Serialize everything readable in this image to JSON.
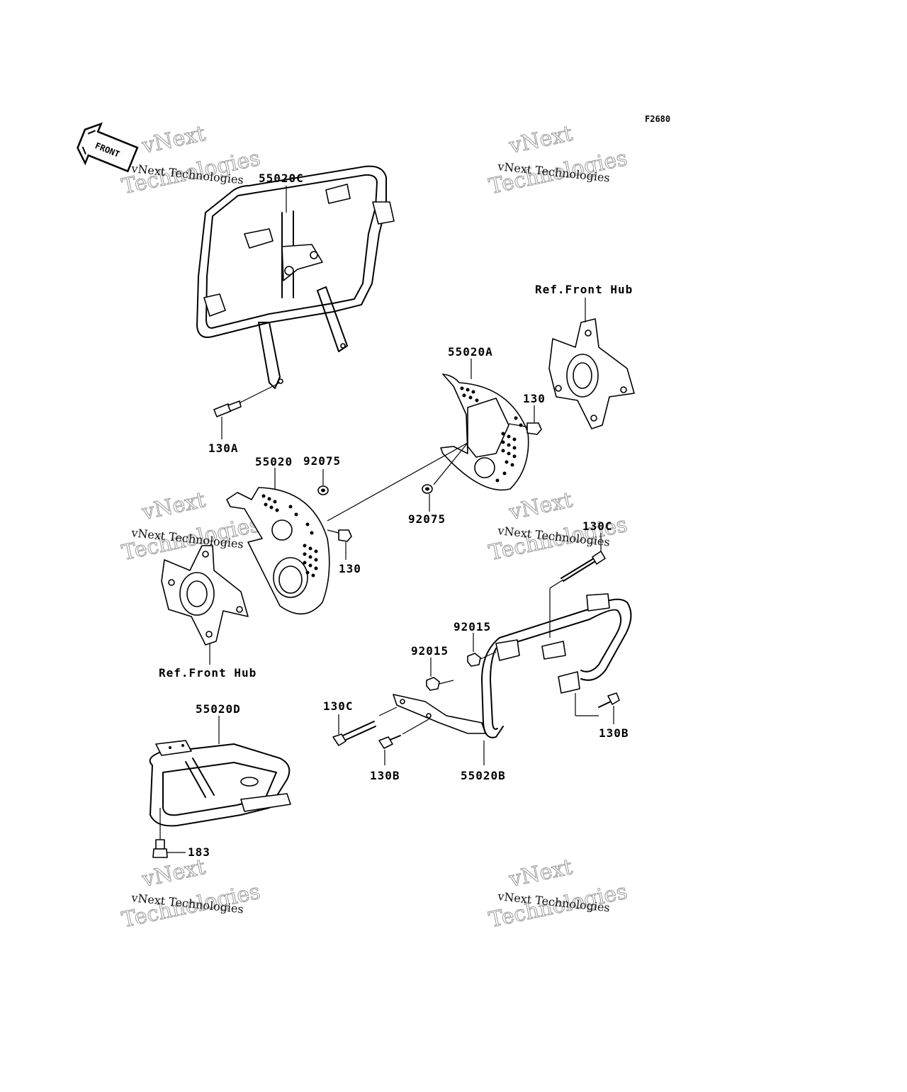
{
  "diagram": {
    "code": "F2680",
    "front_arrow_text": "FRONT",
    "watermark": {
      "line1": "vNext Technologies",
      "line2": "vNext",
      "line3": "Technologies"
    },
    "labels": {
      "bracket_top": "55020C",
      "ref_hub_right": "Ref.Front Hub",
      "guard_right": "55020A",
      "bolt_130_right": "130",
      "bolt_130a": "130A",
      "guard_left": "55020",
      "collar_left": "92075",
      "collar_right": "92075",
      "bolt_130_left": "130",
      "ref_hub_left": "Ref.Front Hub",
      "bolt_130c_top": "130C",
      "nut_92015_upper": "92015",
      "nut_92015_lower": "92015",
      "bolt_130c_left": "130C",
      "bolt_130b_right": "130B",
      "bolt_130b_left": "130B",
      "bar_bottom": "55020B",
      "plate_bottom": "55020D",
      "bolt_183": "183"
    }
  }
}
